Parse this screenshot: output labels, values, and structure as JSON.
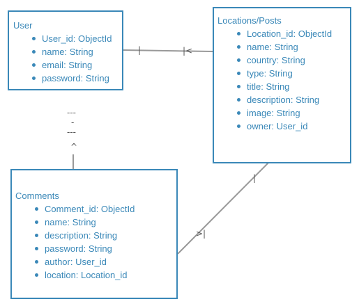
{
  "entities": {
    "user": {
      "title": "User",
      "fields": [
        "User_id: ObjectId",
        "name: String",
        "email: String",
        "password: String"
      ]
    },
    "locations": {
      "title": "Locations/Posts",
      "fields": [
        "Location_id: ObjectId",
        "name: String",
        "country: String",
        "type: String",
        "title: String",
        "description: String",
        "image: String",
        "owner: User_id"
      ]
    },
    "comments": {
      "title": "Comments",
      "fields": [
        "Comment_id: ObjectId",
        "name: String",
        "description: String",
        "password: String",
        "author: User_id",
        "location: Location_id"
      ]
    }
  },
  "connectors": {
    "user_locations": {
      "user_end": "|",
      "locations_end": "|<"
    },
    "user_comments": {
      "dash_top": "---",
      "dash_mid": "-",
      "dash_bottom": "---",
      "comments_end": "^"
    },
    "locations_comments": {
      "locations_end": "|",
      "comments_end": ">|"
    }
  },
  "colors": {
    "entity": "#3a88b8",
    "connector": "#999999",
    "marker": "#555555"
  }
}
